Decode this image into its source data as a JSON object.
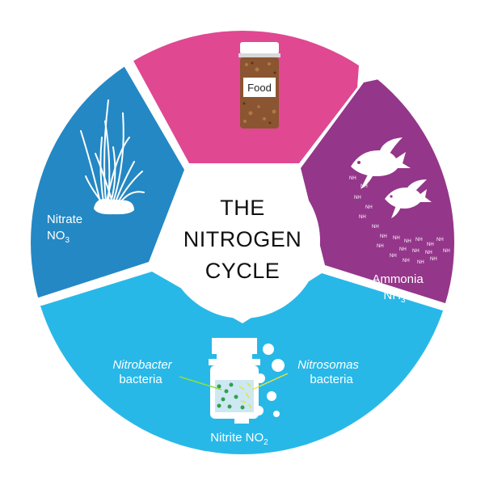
{
  "center": {
    "title_lines": [
      "THE",
      "NITROGEN",
      "CYCLE"
    ]
  },
  "segments": {
    "food": {
      "label": "Food",
      "color": "#e04892"
    },
    "ammonia": {
      "label": "Ammonia",
      "formula_base": "NH",
      "formula_sub": "3",
      "color": "#94368a"
    },
    "nitrite": {
      "label": "Nitrite NO",
      "formula_sub": "2",
      "color": "#28b8e8"
    },
    "nitrate": {
      "label": "Nitrate",
      "formula_base": "NO",
      "formula_sub": "3",
      "color": "#2488c4"
    }
  },
  "bacteria": {
    "nitrobacter": {
      "name": "Nitrobacter",
      "suffix": "bacteria"
    },
    "nitrosomas": {
      "name": "Nitrosomas",
      "suffix": "bacteria"
    }
  },
  "ammonia_scatter_text": "NH"
}
